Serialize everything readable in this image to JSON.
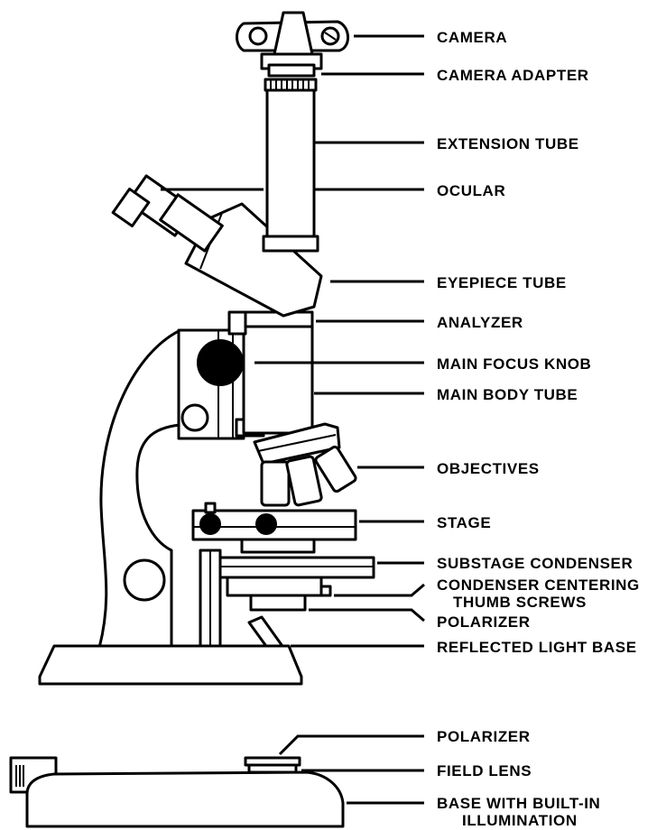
{
  "labels": {
    "camera": "CAMERA",
    "camera_adapter": "CAMERA ADAPTER",
    "extension_tube": "EXTENSION TUBE",
    "ocular": "OCULAR",
    "eyepiece_tube": "EYEPIECE TUBE",
    "analyzer": "ANALYZER",
    "main_focus_knob": "MAIN FOCUS KNOB",
    "main_body_tube": "MAIN BODY TUBE",
    "objectives": "OBJECTIVES",
    "stage": "STAGE",
    "substage_condenser": "SUBSTAGE CONDENSER",
    "condenser_centering_line1": "CONDENSER CENTERING",
    "condenser_centering_line2": "THUMB SCREWS",
    "polarizer_upper": "POLARIZER",
    "reflected_light_base": "REFLECTED LIGHT BASE",
    "polarizer_lower": "POLARIZER",
    "field_lens": "FIELD LENS",
    "base_illumination_line1": "BASE WITH BUILT-IN",
    "base_illumination_line2": "ILLUMINATION"
  }
}
